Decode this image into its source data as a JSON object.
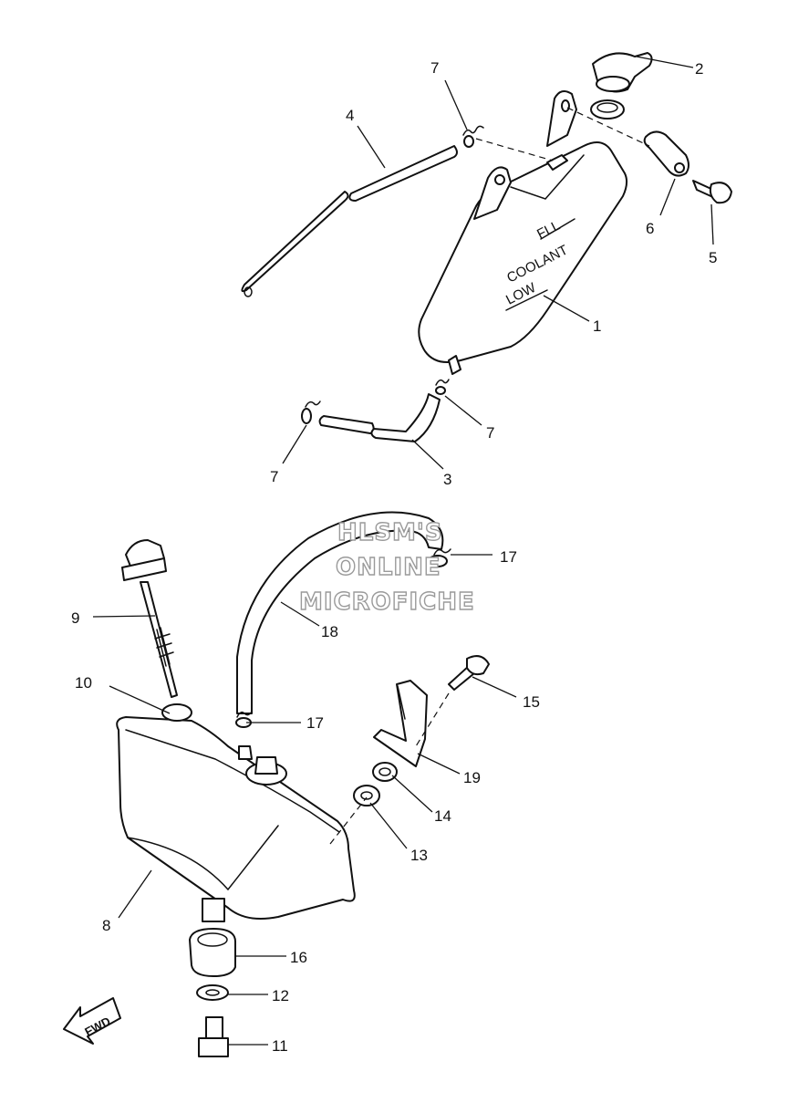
{
  "callouts": {
    "c1": "1",
    "c2": "2",
    "c3": "3",
    "c4": "4",
    "c5": "5",
    "c6": "6",
    "c7a": "7",
    "c7b": "7",
    "c7c": "7",
    "c8": "8",
    "c9": "9",
    "c10": "10",
    "c11": "11",
    "c12": "12",
    "c13": "13",
    "c14": "14",
    "c15": "15",
    "c16": "16",
    "c17a": "17",
    "c17b": "17",
    "c18": "18",
    "c19": "19"
  },
  "tank_labels": {
    "full": "FLL",
    "coolant": "COOLANT",
    "low": "LOW"
  },
  "watermark": {
    "line1": "HLSM'S",
    "line2": "ONLINE",
    "line3": "MICROFICHE"
  },
  "direction_arrow": {
    "label": "FWD",
    "icon": "fwd-arrow-icon"
  },
  "colors": {
    "line": "#111111",
    "background": "#ffffff",
    "watermark_outline": "#9a9a9a"
  }
}
